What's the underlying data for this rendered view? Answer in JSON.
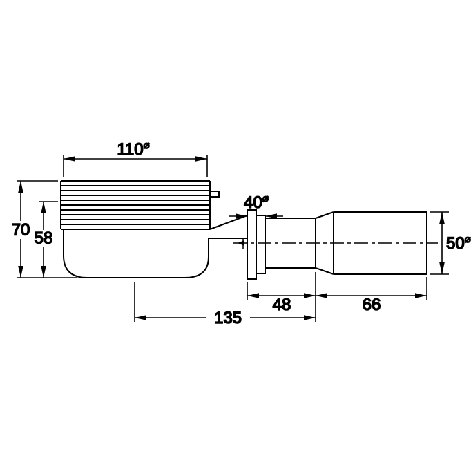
{
  "dimensions": {
    "top_diameter": {
      "value": "110",
      "symbol": "⌀"
    },
    "total_height": {
      "value": "70"
    },
    "inner_height": {
      "value": "58"
    },
    "outlet_diameter": {
      "value": "40",
      "symbol": "⌀"
    },
    "pipe_diameter": {
      "value": "50",
      "symbol": "⌀"
    },
    "flange_length": {
      "value": "48"
    },
    "pipe_length": {
      "value": "66"
    },
    "total_length": {
      "value": "135"
    }
  },
  "colors": {
    "line": "#000000",
    "background": "#ffffff"
  }
}
